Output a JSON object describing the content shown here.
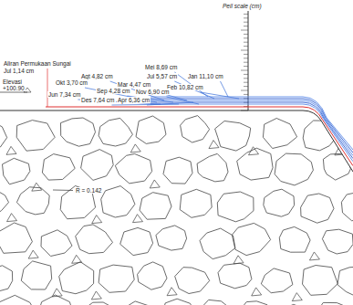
{
  "diagram": {
    "labels": [
      "Peil scale (cm)",
      "Aliran Permukaan Sungai",
      "Jul 1,14 cm",
      "Elevasi",
      "+100.90",
      "Mei 8,69 cm",
      "Agt 4,82 cm",
      "Jul 5,57 cm",
      "Jan 11,10 cm",
      "Okt 3,70 cm",
      "Mar 4,47 cm",
      "Feb 10,82 cm",
      "Sep 4,28 cm",
      "Nov 6,90 cm",
      "Jun 7,34 cm",
      "Des 7,64 cm",
      "Apr 6,36 cm",
      "R = 0.142"
    ]
  }
}
